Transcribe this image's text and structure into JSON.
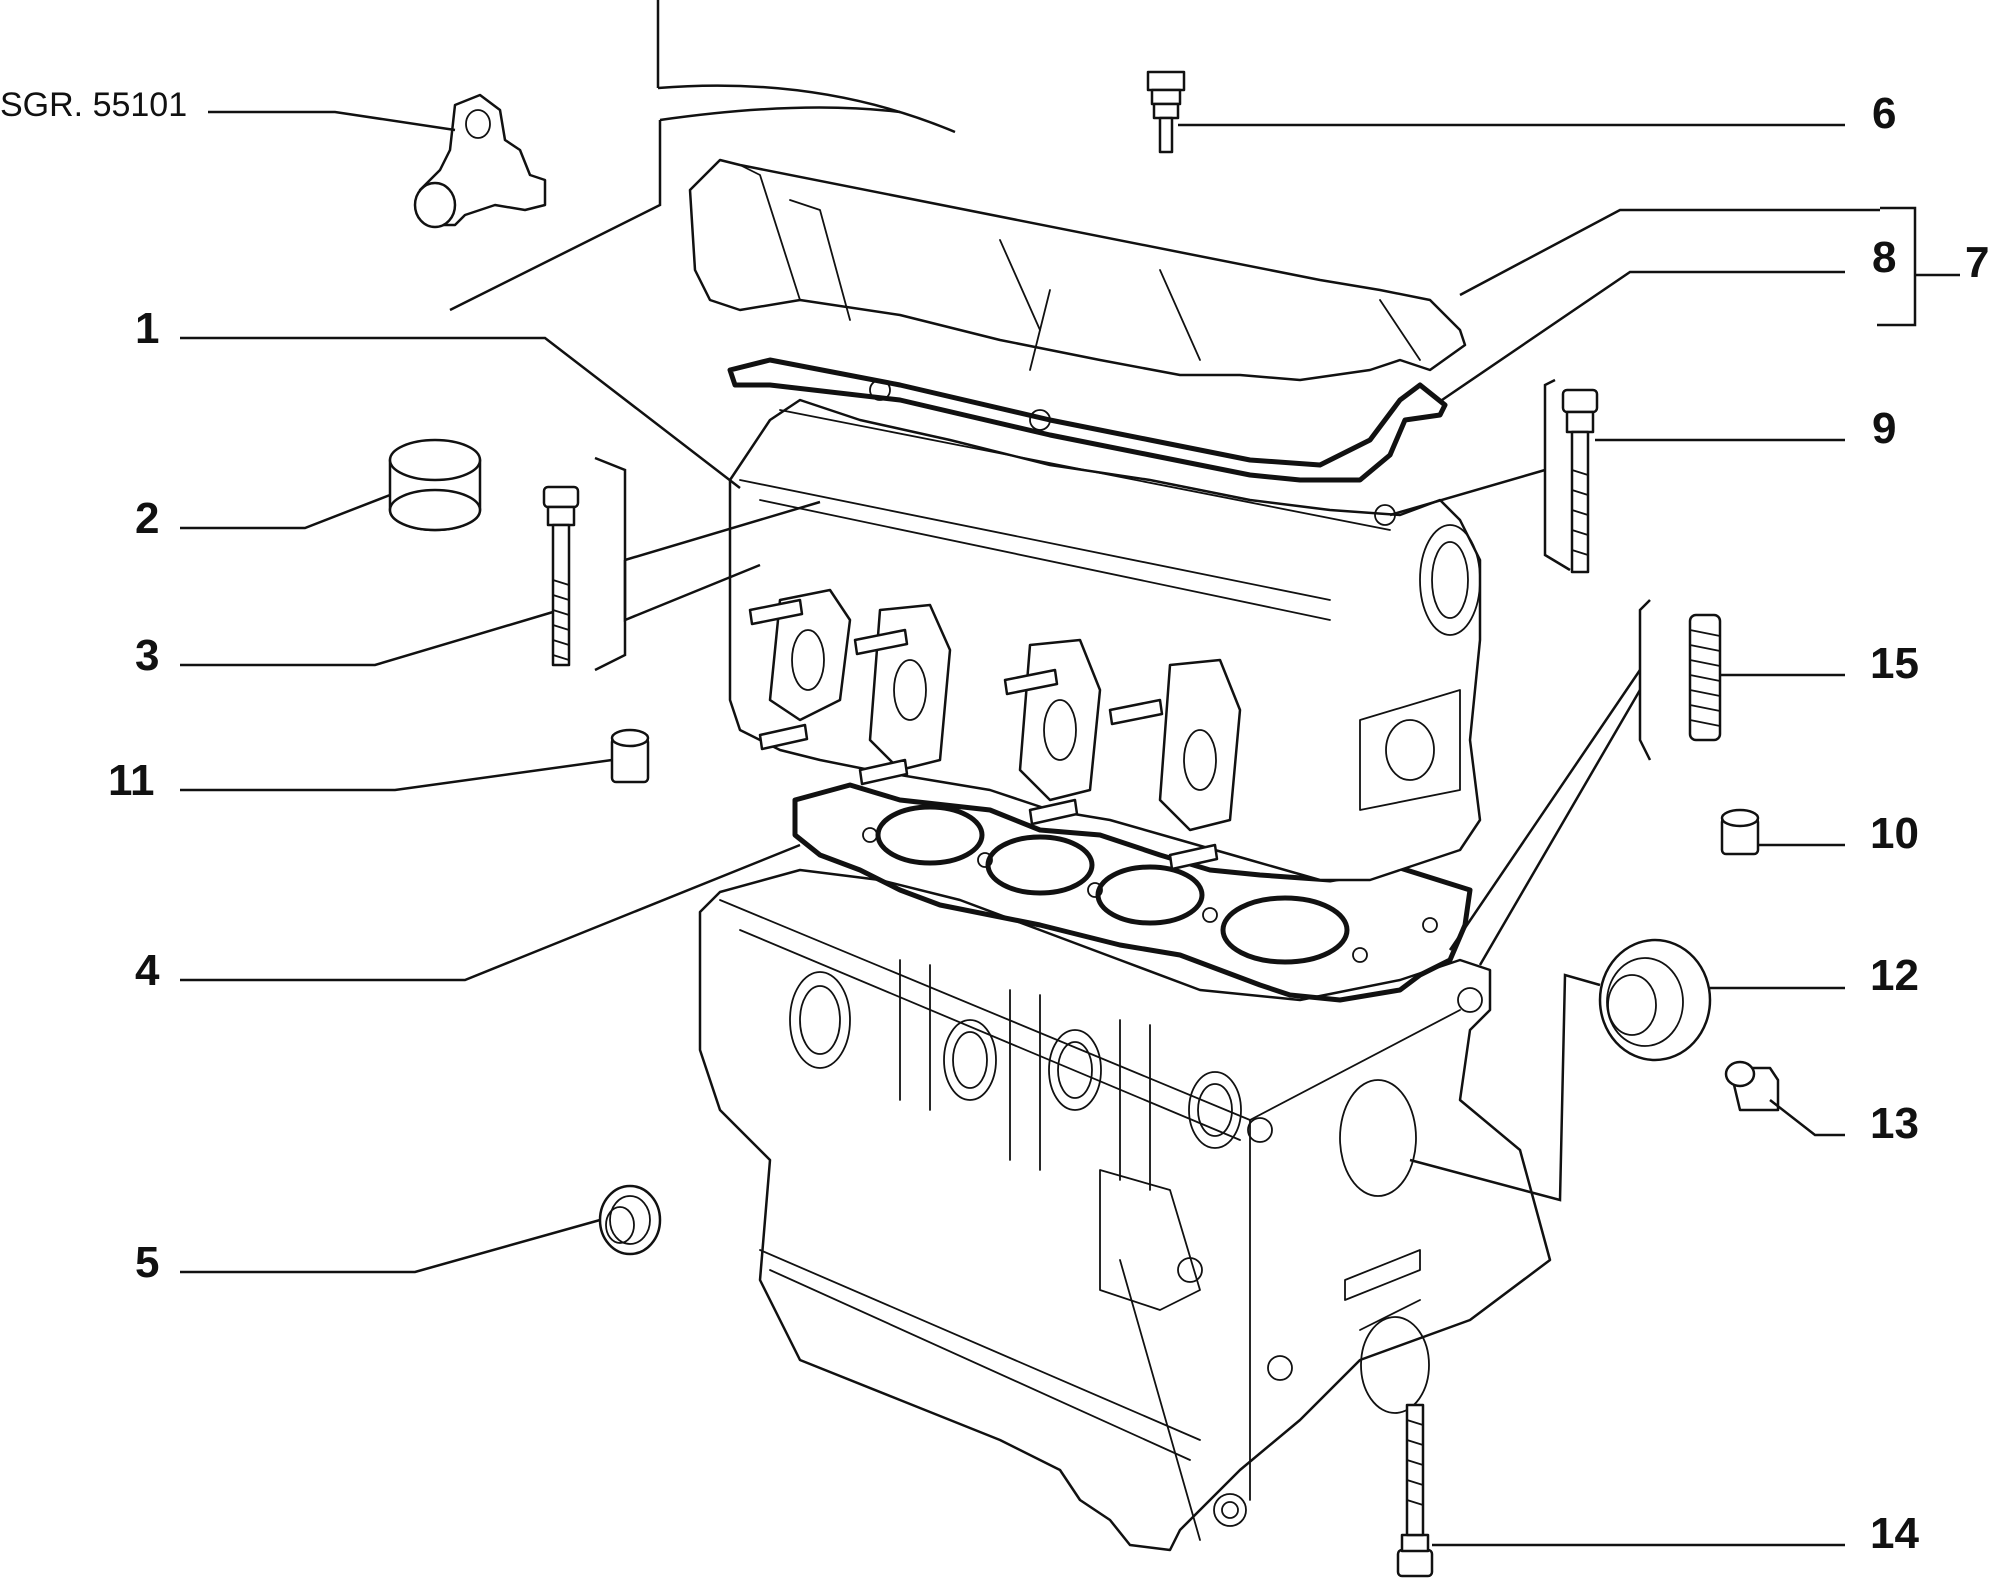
{
  "diagram": {
    "reference_label": "SGR. 55101",
    "callouts": [
      "1",
      "2",
      "3",
      "4",
      "5",
      "6",
      "7",
      "8",
      "9",
      "10",
      "11",
      "12",
      "13",
      "14",
      "15"
    ]
  },
  "colors": {
    "ink": "#111111",
    "paper": "#ffffff"
  }
}
